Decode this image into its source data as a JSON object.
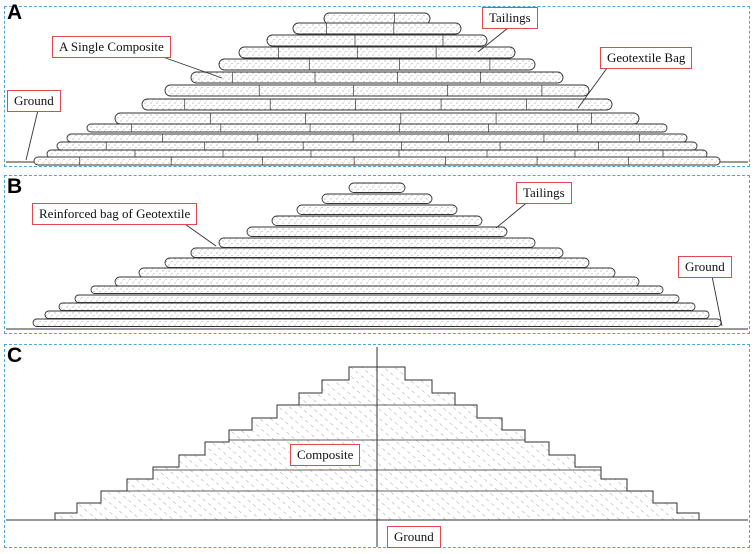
{
  "panels": [
    {
      "letter": "A",
      "labels": {
        "single_composite": "A Single Composite",
        "tailings": "Tailings",
        "geotextile_bag": "Geotextile Bag",
        "ground": "Ground"
      }
    },
    {
      "letter": "B",
      "labels": {
        "reinforced_bag": "Reinforced bag of Geotextile",
        "tailings": "Tailings",
        "ground": "Ground"
      }
    },
    {
      "letter": "C",
      "labels": {
        "composite": "Composite",
        "ground": "Ground"
      }
    }
  ],
  "colors": {
    "panel_border": "#4ea7d6",
    "label_border": "#e0494e",
    "line": "#333333"
  }
}
